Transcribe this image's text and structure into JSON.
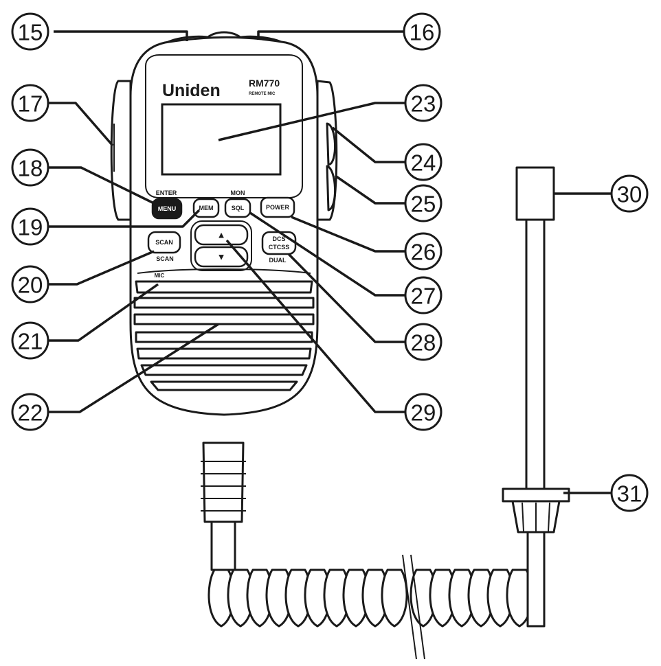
{
  "device": {
    "brand": "Uniden",
    "model": "RM770",
    "model_subtitle": "REMOTE MIC"
  },
  "buttons": {
    "enter_label": "ENTER",
    "menu": "MENU",
    "mem": "MEM",
    "mon_label": "MON",
    "sql": "SQL",
    "power": "POWER",
    "scan": "SCAN",
    "scan_sub": "SCAN",
    "dcs_line1": "DCS",
    "dcs_line2": "CTCSS",
    "dual_label": "DUAL",
    "up_arrow": "▲",
    "down_arrow": "▼",
    "mic_label": "MIC"
  },
  "callouts": {
    "c15": "15",
    "c16": "16",
    "c17": "17",
    "c18": "18",
    "c19": "19",
    "c20": "20",
    "c21": "21",
    "c22": "22",
    "c23": "23",
    "c24": "24",
    "c25": "25",
    "c26": "26",
    "c27": "27",
    "c28": "28",
    "c29": "29",
    "c30": "30",
    "c31": "31"
  }
}
